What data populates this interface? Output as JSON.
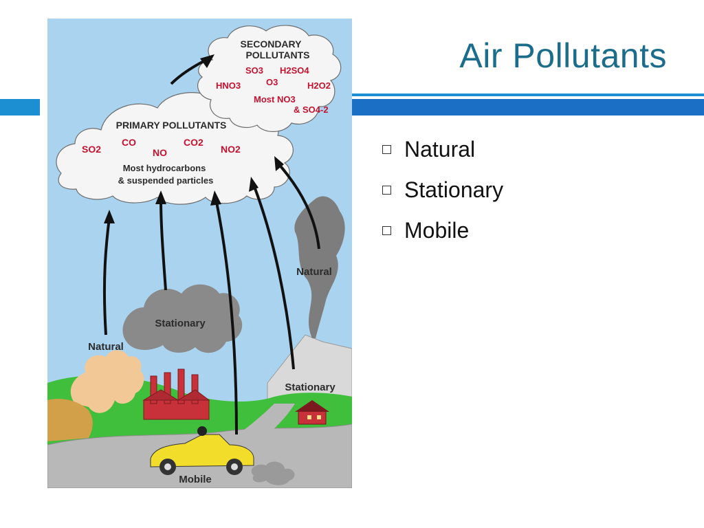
{
  "slide": {
    "title": "Air Pollutants",
    "bullets": [
      "Natural",
      "Stationary",
      "Mobile"
    ]
  },
  "diagram": {
    "secondary_title_1": "SECONDARY",
    "secondary_title_2": "POLLUTANTS",
    "secondary_chems": [
      "SO3",
      "H2SO4",
      "HNO3",
      "O3",
      "H2O2",
      "Most NO3",
      "& SO4-2"
    ],
    "primary_title": "PRIMARY POLLUTANTS",
    "primary_chems": [
      "SO2",
      "CO",
      "NO",
      "CO2",
      "NO2"
    ],
    "primary_text_1": "Most hydrocarbons",
    "primary_text_2": "& suspended particles",
    "sources": {
      "natural_left": "Natural",
      "stationary_factory": "Stationary",
      "natural_volcano": "Natural",
      "stationary_house": "Stationary",
      "mobile": "Mobile"
    }
  },
  "colors": {
    "title": "#1c6c8c",
    "band_blue": "#1b6fc4",
    "band_light": "#1b8fd2",
    "sky": "#a9d3ef",
    "grass": "#3fbf3b",
    "road": "#b8b8b8",
    "chem_red": "#c4122f"
  },
  "icons": [
    "cloud-icon",
    "factory-icon",
    "volcano-icon",
    "house-icon",
    "car-icon",
    "bullet-square-icon"
  ]
}
